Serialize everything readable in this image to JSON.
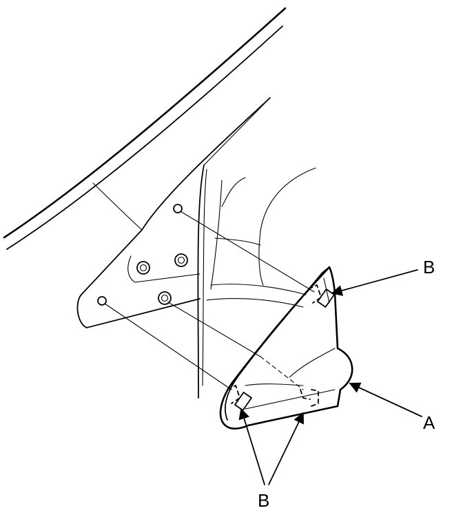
{
  "diagram": {
    "callouts": [
      {
        "id": "B-top",
        "label": "B"
      },
      {
        "id": "A",
        "label": "A"
      },
      {
        "id": "B-bottom",
        "label": "B"
      }
    ],
    "colors": {
      "ink": "#000000",
      "background": "#ffffff"
    }
  }
}
